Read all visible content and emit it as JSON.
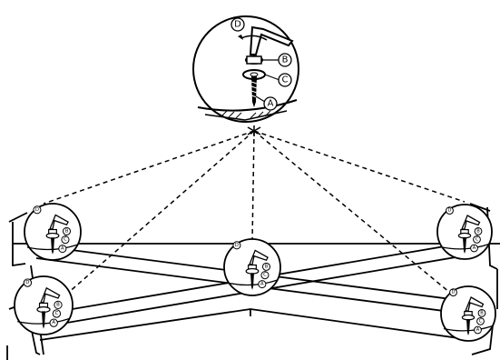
{
  "diagram": {
    "part_labels": [
      "A",
      "B",
      "C",
      "D"
    ],
    "stroke_color": "#000000",
    "background_color": "#ffffff",
    "fastener_points": [
      "left-top",
      "left-bottom",
      "center",
      "right-top",
      "right-bottom"
    ]
  }
}
